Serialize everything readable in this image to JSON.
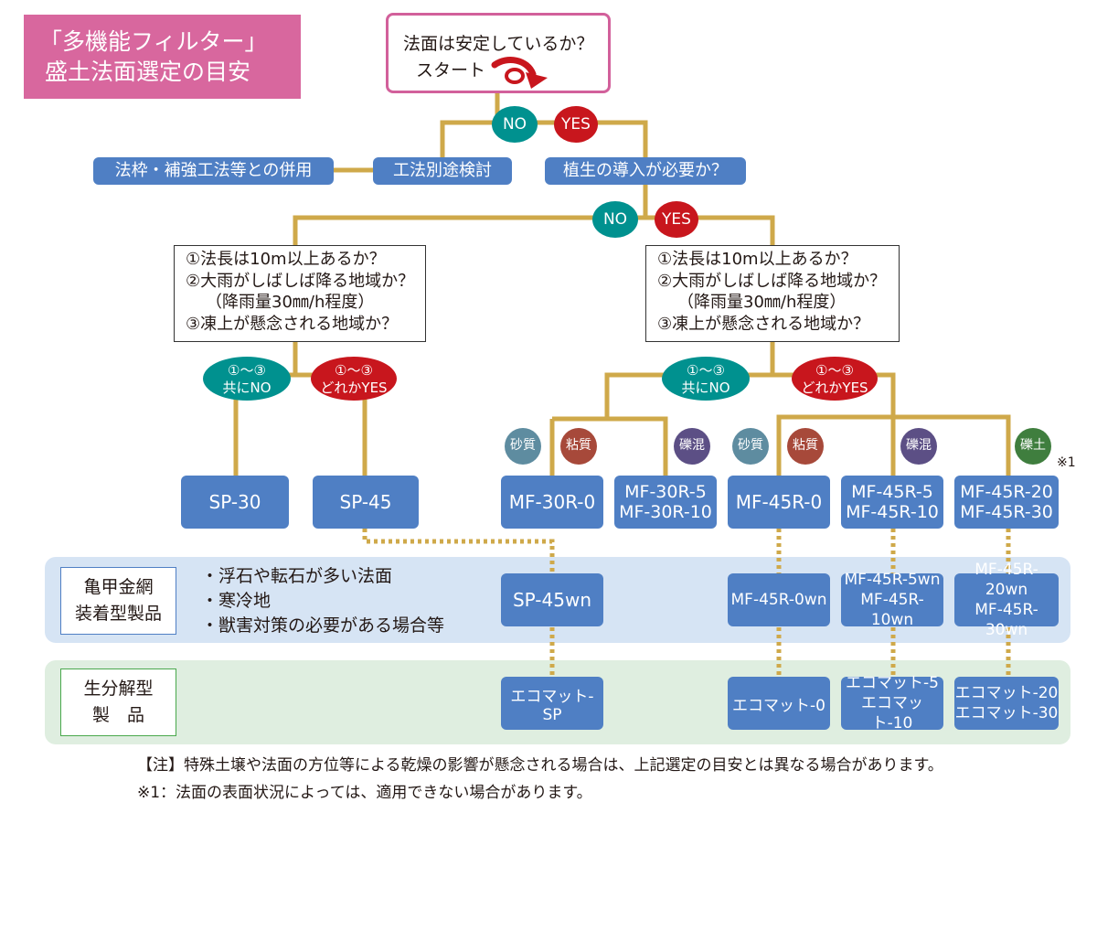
{
  "title": {
    "line1": "「多機能フィルター」",
    "line2": "盛土法面選定の目安"
  },
  "start": {
    "question": "法面は安定しているか？",
    "label": "スタート"
  },
  "top_split": {
    "no": "NO",
    "yes": "YES"
  },
  "left_branch": {
    "combined": "法枠・補強工法等との併用",
    "review": "工法別途検討"
  },
  "vegetation_q": "植生の導入が必要か？",
  "veg_split": {
    "no": "NO",
    "yes": "YES"
  },
  "questions": {
    "q1": "①法長は10m以上あるか？",
    "q2": "②大雨がしばしば降る地域か？",
    "q2b": "（降雨量30㎜/h程度）",
    "q3": "③凍上が懸念される地域か？"
  },
  "conditions": {
    "all_no_l1": "①～③",
    "all_no_l2": "共にNO",
    "any_yes_l1": "①～③",
    "any_yes_l2": "どれかYES"
  },
  "soils": {
    "sand": "砂質土",
    "clay": "粘質土",
    "mixed": "礫混土",
    "gravel": "礫土"
  },
  "products": {
    "sp30": "SP-30",
    "sp45": "SP-45",
    "mf30r0": "MF-30R-0",
    "mf30r5": "MF-30R-5",
    "mf30r10": "MF-30R-10",
    "mf45r0": "MF-45R-0",
    "mf45r5": "MF-45R-5",
    "mf45r10": "MF-45R-10",
    "mf45r20": "MF-45R-20",
    "mf45r30": "MF-45R-30"
  },
  "footnote_mark": "※1",
  "net_band": {
    "label_l1": "亀甲金網",
    "label_l2": "装着型製品",
    "bullets": [
      "・浮石や転石が多い法面",
      "・寒冷地",
      "・獣害対策の必要がある場合等"
    ],
    "sp45wn": "SP-45wn",
    "mf45r0wn": "MF-45R-0wn",
    "mf45r5wn": "MF-45R-5wn",
    "mf45r10wn": "MF-45R-10wn",
    "mf45r20wn": "MF-45R-20wn",
    "mf45r30wn": "MF-45R-30wn"
  },
  "bio_band": {
    "label_l1": "生分解型",
    "label_l2": "製　品",
    "ecosp": "エコマット-SP",
    "eco0": "エコマット-0",
    "eco5": "エコマット-5",
    "eco10": "エコマット-10",
    "eco20": "エコマット-20",
    "eco30": "エコマット-30"
  },
  "notes": {
    "note1": "【注】特殊土壌や法面の方位等による乾燥の影響が懸念される場合は、上記選定の目安とは異なる場合があります。",
    "note2": "※1：法面の表面状況によっては、適用できない場合があります。"
  },
  "colors": {
    "connector": "#cfa94a",
    "node_blue": "#4f7fc4",
    "teal": "#00918f",
    "red": "#c8161d",
    "title_pink": "#d8679e",
    "band_blue": "#d6e4f4",
    "band_green": "#dfeee0"
  },
  "icons": {
    "start_arrow": "curved-arrow-icon"
  }
}
